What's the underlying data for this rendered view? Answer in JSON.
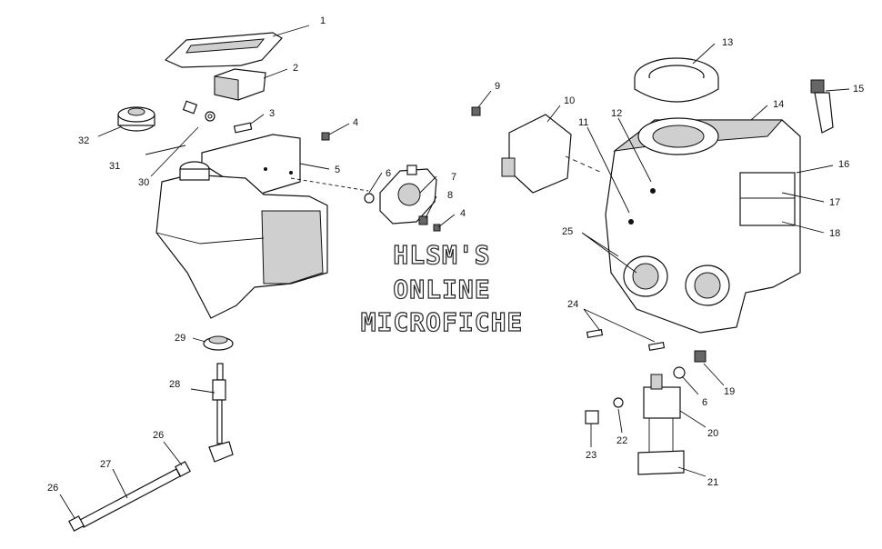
{
  "watermark": {
    "line1": "HLSM'S",
    "line2": "ONLINE",
    "line3": "MICROFICHE"
  },
  "callouts": {
    "c1": "1",
    "c2": "2",
    "c3": "3",
    "c4a": "4",
    "c5": "5",
    "c6a": "6",
    "c7": "7",
    "c8": "8",
    "c4b": "4",
    "c9": "9",
    "c10": "10",
    "c11": "11",
    "c12": "12",
    "c13": "13",
    "c14": "14",
    "c15": "15",
    "c16": "16",
    "c17": "17",
    "c18": "18",
    "c19": "19",
    "c6b": "6",
    "c20": "20",
    "c21": "21",
    "c22": "22",
    "c23": "23",
    "c24": "24",
    "c25": "25",
    "c26a": "26",
    "c26b": "26",
    "c27": "27",
    "c28": "28",
    "c29": "29",
    "c30": "30",
    "c31": "31",
    "c32": "32"
  }
}
